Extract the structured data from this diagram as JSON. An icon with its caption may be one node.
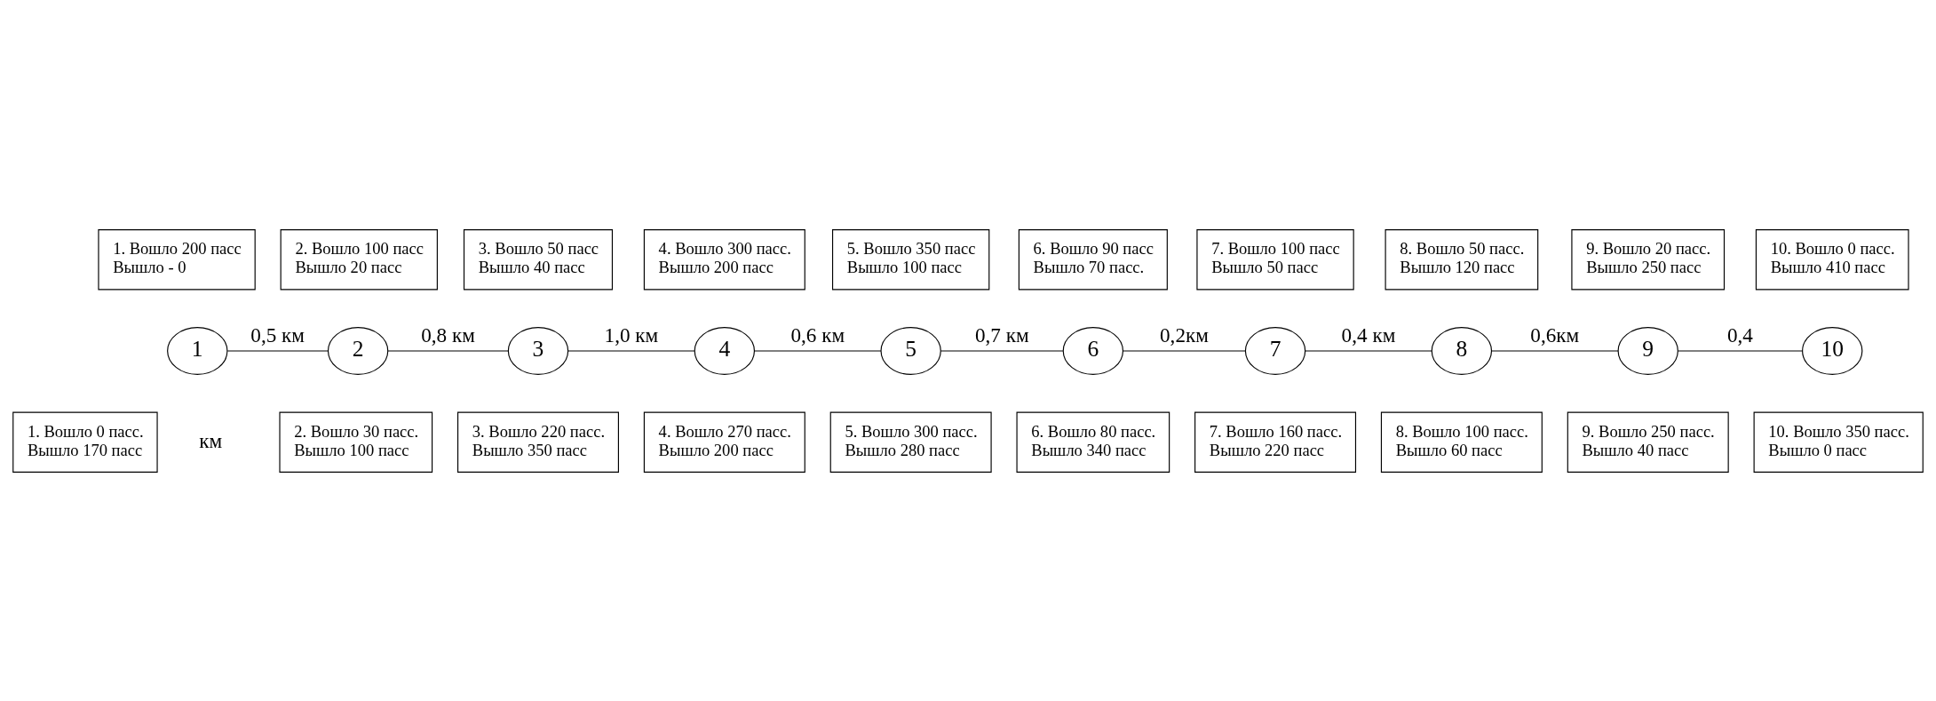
{
  "diagram": {
    "nodes": [
      {
        "text": [
          "1"
        ]
      },
      {
        "text": [
          "2"
        ]
      },
      {
        "text": [
          "3"
        ]
      },
      {
        "text": [
          "4"
        ]
      },
      {
        "text": [
          "5"
        ]
      },
      {
        "text": [
          "6"
        ]
      },
      {
        "text": [
          "7"
        ]
      },
      {
        "text": [
          "8"
        ]
      },
      {
        "text": [
          "9"
        ]
      },
      {
        "text": [
          "10"
        ]
      },
      {
        "text": [
          "1. Вошло 200 пасс",
          "Вышло - 0"
        ]
      },
      {
        "text": [
          "2. Вошло 100 пасс",
          "Вышло 20 пасс"
        ]
      },
      {
        "text": [
          "3. Вошло 50 пасс",
          "Вышло 40 пасс"
        ]
      },
      {
        "text": [
          "4. Вошло 300 пасс.",
          "Вышло 200 пасс"
        ]
      },
      {
        "text": [
          "5. Вошло 350 пасс",
          "Вышло 100 пасс"
        ]
      },
      {
        "text": [
          "6. Вошло 90 пасс",
          "Вышло 70 пасс."
        ]
      },
      {
        "text": [
          "7. Вошло 100 пасс",
          "Вышло 50 пасс"
        ]
      },
      {
        "text": [
          "8. Вошло 50 пасс.",
          "Вышло 120 пасс"
        ]
      },
      {
        "text": [
          "9. Вошло 20 пасс.",
          "Вышло 250 пасс"
        ]
      },
      {
        "text": [
          "10. Вошло 0 пасс.",
          "Вышло 410 пасс"
        ]
      },
      {
        "text": [
          "1. Вошло 0 пасс.",
          "Вышло 170 пасс"
        ]
      },
      {
        "text": [
          "2. Вошло 30 пасс.",
          "Вышло 100 пасс"
        ]
      },
      {
        "text": [
          "3. Вошло 220 пасс.",
          "Вышло 350 пасс"
        ]
      },
      {
        "text": [
          "4. Вошло 270 пасс.",
          "Вышло 200 пасс"
        ]
      },
      {
        "text": [
          "5. Вошло 300 пасс.",
          "Вышло 280 пасс"
        ]
      },
      {
        "text": [
          "6. Вошло 80 пасс.",
          "Вышло 340 пасс"
        ]
      },
      {
        "text": [
          "7. Вошло 160 пасс.",
          "Вышло 220 пасс"
        ]
      },
      {
        "text": [
          "8. Вошло 100 пасс.",
          "Вышло 60 пасс"
        ]
      },
      {
        "text": [
          "9. Вошло 250 пасс.",
          "Вышло 40 пасс"
        ]
      },
      {
        "text": [
          "10. Вошло 350 пасс.",
          "Вышло 0 пасс"
        ]
      }
    ],
    "edges": [
      {
        "from": 0,
        "to": 1,
        "arrow": "none",
        "label": "0,5 км"
      },
      {
        "from": 1,
        "to": 2,
        "arrow": "none",
        "label": "0,8 км"
      },
      {
        "from": 2,
        "to": 3,
        "arrow": "none",
        "label": "1,0 км"
      },
      {
        "from": 3,
        "to": 4,
        "arrow": "none",
        "label": "0,6 км"
      },
      {
        "from": 4,
        "to": 5,
        "arrow": "none",
        "label": "0,7 км"
      },
      {
        "from": 5,
        "to": 6,
        "arrow": "none",
        "label": "0,2км"
      },
      {
        "from": 6,
        "to": 7,
        "arrow": "none",
        "label": "0,4 км"
      },
      {
        "from": 7,
        "to": 8,
        "arrow": "none",
        "label": "0,6км"
      },
      {
        "from": 8,
        "to": 9,
        "arrow": "none",
        "label": "0,4"
      }
    ],
    "labels": [
      "км"
    ]
  }
}
